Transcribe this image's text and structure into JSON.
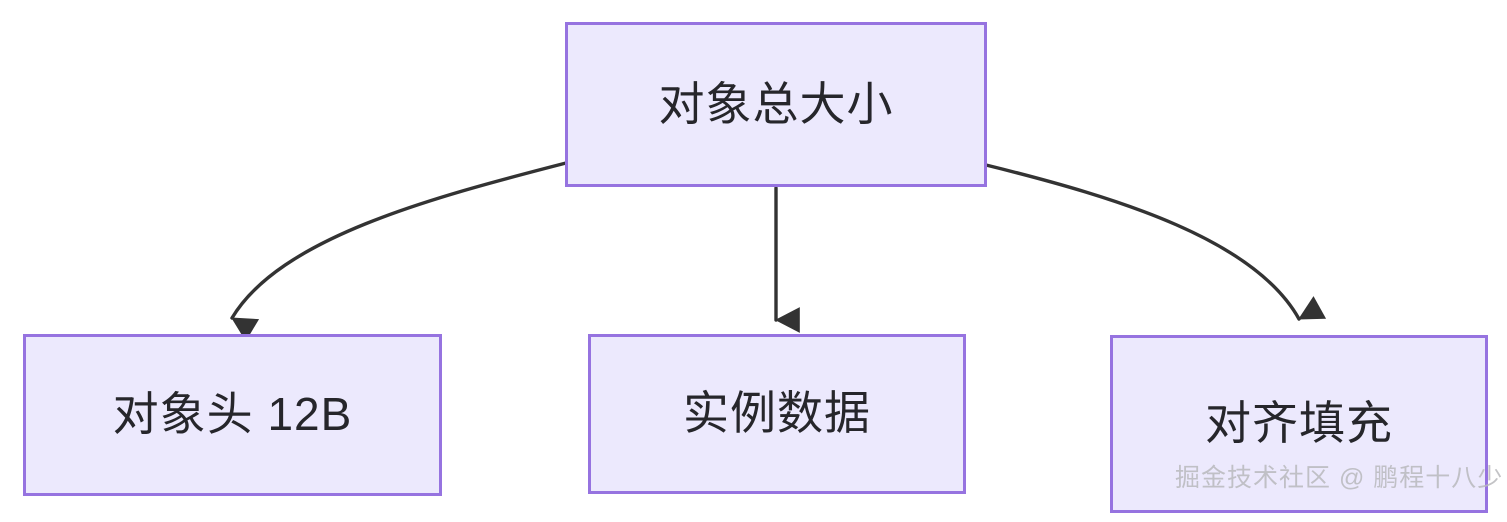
{
  "diagram": {
    "type": "flowchart",
    "direction": "top-down",
    "background_color": "#ffffff",
    "node_fill_color": "#ece9fd",
    "node_border_color": "#9673e0",
    "node_text_color": "#26262b",
    "edge_color": "#333333",
    "nodes": [
      {
        "id": "root",
        "label": "对象总大小",
        "level": 0
      },
      {
        "id": "header",
        "label": "对象头 12B",
        "level": 1
      },
      {
        "id": "instance",
        "label": "实例数据",
        "level": 1
      },
      {
        "id": "padding",
        "label": "对齐填充",
        "level": 1
      }
    ],
    "edges": [
      {
        "from": "root",
        "to": "header",
        "style": "curved",
        "arrow": "triangle"
      },
      {
        "from": "root",
        "to": "instance",
        "style": "straight",
        "arrow": "triangle"
      },
      {
        "from": "root",
        "to": "padding",
        "style": "curved",
        "arrow": "triangle"
      }
    ]
  },
  "watermark": {
    "text": "掘金技术社区 @ 鹏程十八少",
    "color": "#b9b9bd"
  }
}
